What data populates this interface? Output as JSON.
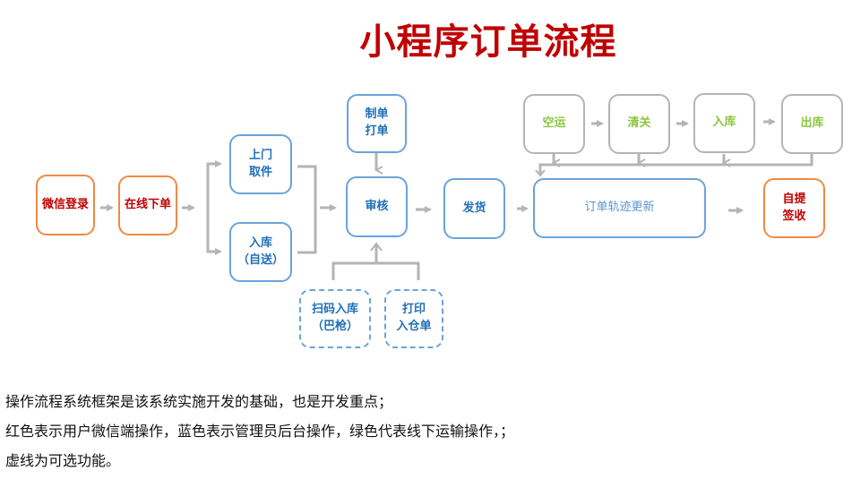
{
  "title": "小程序订单流程",
  "colors": {
    "title": "#c00000",
    "user_border": "#f08a45",
    "user_text": "#c00000",
    "admin_border": "#6aa3da",
    "admin_text": "#1f6fb8",
    "logistics_border": "#b4b4b4",
    "logistics_text": "#8cc63f",
    "arrow": "#b4b4b4"
  },
  "nodes": {
    "wechat_login": "微信登录",
    "place_order": "在线下单",
    "door_pickup": "上门\n取件",
    "self_delivery": "入库\n（自送）",
    "make_print": "制单\n打单",
    "review": "审核",
    "ship": "发货",
    "scan_inbound": "扫码入库\n（巴枪）",
    "print_inbound": "打印\n入仓单",
    "air_transport": "空运",
    "customs": "清关",
    "warehouse_in": "入库",
    "warehouse_out": "出库",
    "track_update": "订单轨迹更新",
    "self_pickup": "自提\n签收"
  },
  "notes": [
    "操作流程系统框架是该系统实施开发的基础，也是开发重点；",
    "红色表示用户微信端操作，蓝色表示管理员后台操作，绿色代表线下运输操作，；",
    "虚线为可选功能。"
  ]
}
